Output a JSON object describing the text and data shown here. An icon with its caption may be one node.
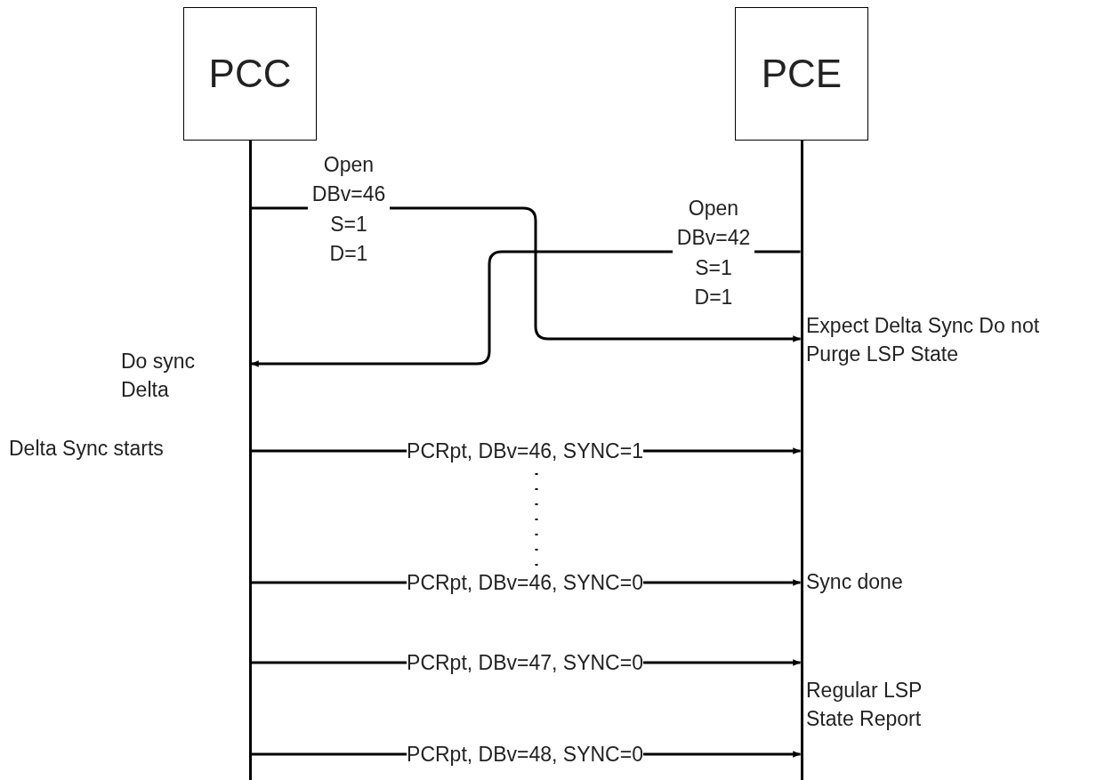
{
  "diagram": {
    "nodes": [
      {
        "text": [
          "PCC"
        ]
      },
      {
        "text": [
          "PCE"
        ]
      }
    ],
    "edges": [
      {
        "from": 0,
        "to": 1,
        "arrow": "to",
        "label": "Open DBv=46 S=1 D=1"
      },
      {
        "from": 1,
        "to": 0,
        "arrow": "to",
        "label": "Open DBv=42 S=1 D=1"
      },
      {
        "from": 0,
        "to": 1,
        "arrow": "to",
        "label": "PCRpt, DBv=46, SYNC=1"
      },
      {
        "from": 0,
        "to": 1,
        "arrow": "to",
        "label": "PCRpt, DBv=46, SYNC=0"
      },
      {
        "from": 0,
        "to": 1,
        "arrow": "to",
        "label": "PCRpt, DBv=47, SYNC=0"
      },
      {
        "from": 0,
        "to": 1,
        "arrow": "to",
        "label": "PCRpt, DBv=48, SYNC=0"
      }
    ],
    "labels": [
      "Expect Delta Sync Do not Purge LSP State",
      "Do sync Delta",
      "Delta Sync starts",
      "Sync done",
      "Regular LSP State Report"
    ]
  }
}
